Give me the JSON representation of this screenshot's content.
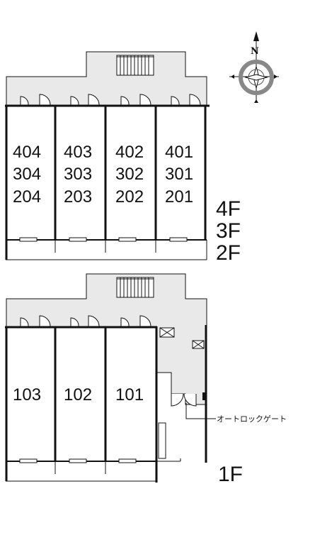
{
  "upper_plan": {
    "units": [
      {
        "lines": [
          "404",
          "304",
          "204"
        ]
      },
      {
        "lines": [
          "403",
          "303",
          "203"
        ]
      },
      {
        "lines": [
          "402",
          "302",
          "202"
        ]
      },
      {
        "lines": [
          "401",
          "301",
          "201"
        ]
      }
    ],
    "floors": [
      "4F",
      "3F",
      "2F"
    ]
  },
  "ground_plan": {
    "units": [
      "103",
      "102",
      "101"
    ],
    "floor": "1F",
    "gate_label": "オートロックゲート"
  },
  "compass": {
    "north_label": "N"
  },
  "colors": {
    "line": "#111111",
    "corridor": "#e9e9e9",
    "white": "#ffffff"
  }
}
